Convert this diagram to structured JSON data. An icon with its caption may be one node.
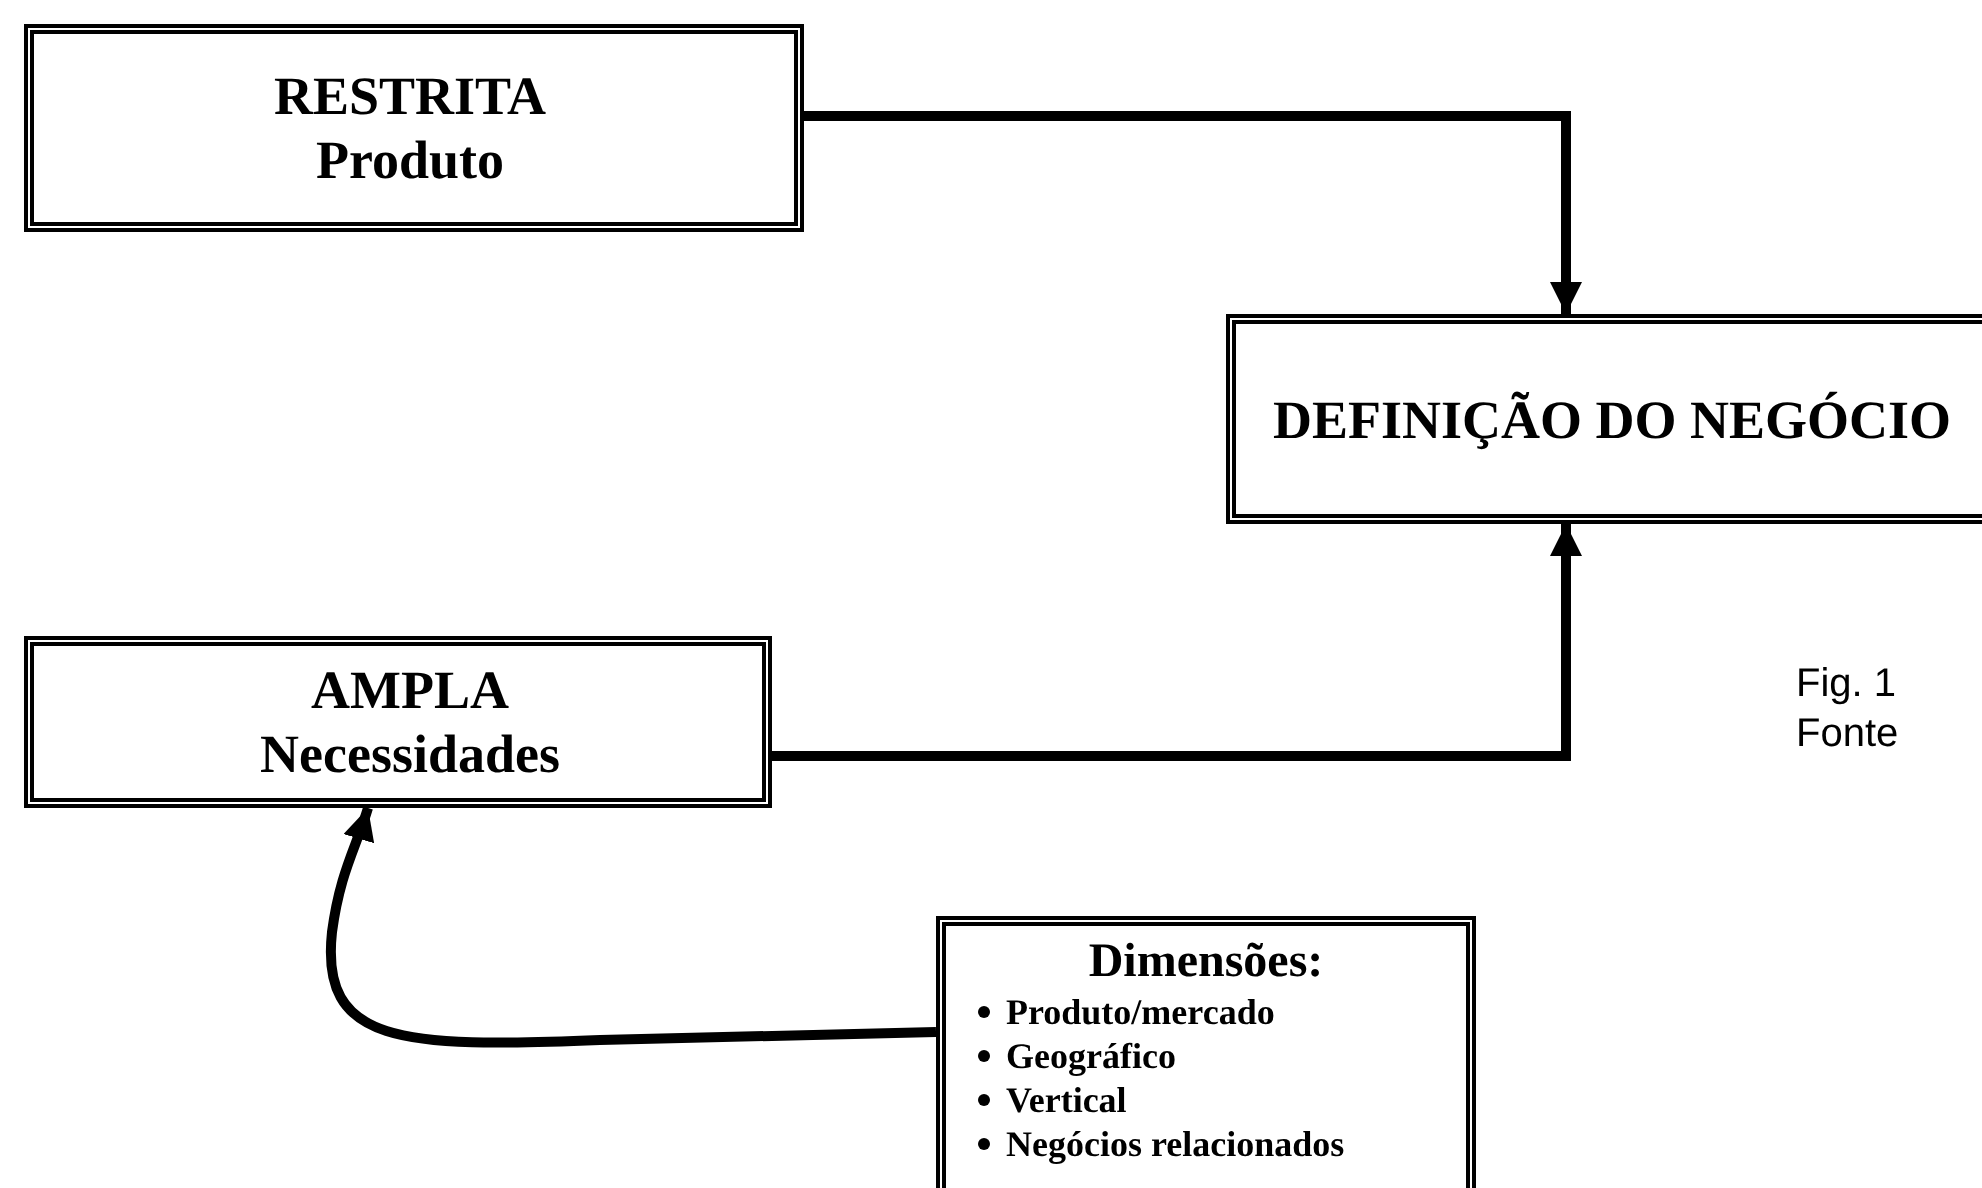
{
  "diagram": {
    "nodes": [
      {
        "text": [
          "RESTRITA",
          "Produto"
        ]
      },
      {
        "text": [
          "DEFINIÇÃO DO NEGÓCIO"
        ]
      },
      {
        "text": [
          "AMPLA",
          "Necessidades"
        ]
      },
      {
        "text": [
          "Dimensões:",
          "Produto/mercado",
          "Geográfico",
          "Vertical",
          "Negócios relacionados"
        ]
      }
    ],
    "edges": [
      {
        "from": 0,
        "to": 1,
        "arrow": "to"
      },
      {
        "from": 2,
        "to": 1,
        "arrow": "to"
      },
      {
        "from": 3,
        "to": 2,
        "arrow": "to"
      }
    ],
    "labels": [
      "Fig. 1",
      "Fonte"
    ]
  }
}
